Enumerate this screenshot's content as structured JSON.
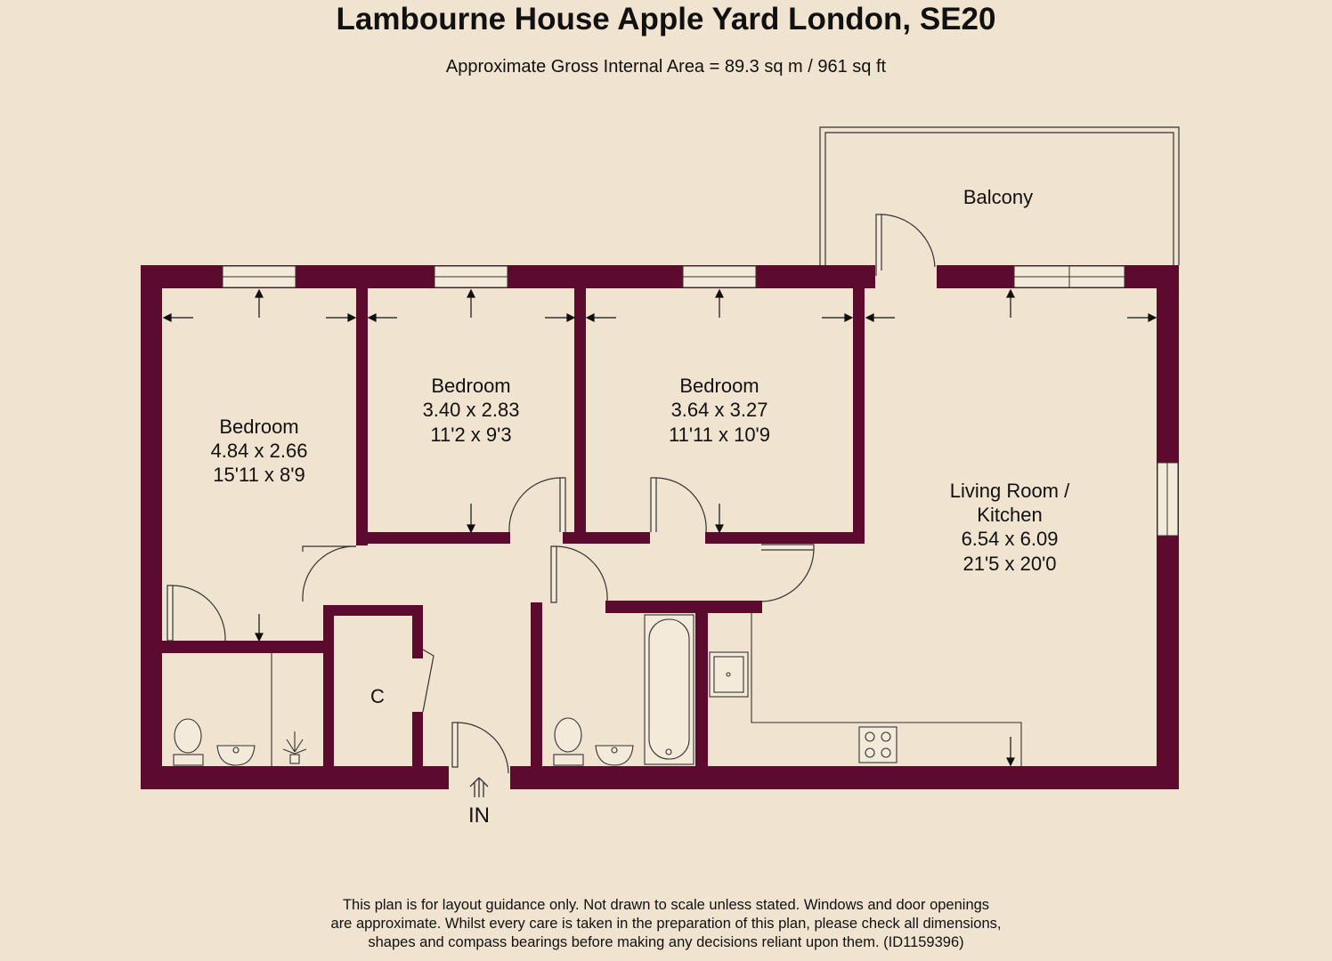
{
  "header": {
    "title": "Lambourne House Apple Yard London, SE20",
    "area": "Approximate Gross Internal Area = 89.3 sq m / 961 sq ft"
  },
  "rooms": {
    "balcony": {
      "name": "Balcony"
    },
    "bedroom_left": {
      "name": "Bedroom",
      "metric": "4.84 x 2.66",
      "imperial": "15'11 x 8'9"
    },
    "bedroom_middle": {
      "name": "Bedroom",
      "metric": "3.40 x 2.83",
      "imperial": "11'2 x 9'3"
    },
    "bedroom_right": {
      "name": "Bedroom",
      "metric": "3.64 x 3.27",
      "imperial": "11'11 x 10'9"
    },
    "living": {
      "name_line1": "Living Room /",
      "name_line2": "Kitchen",
      "metric": "6.54 x 6.09",
      "imperial": "21'5 x 20'0"
    },
    "cupboard": {
      "name": "C"
    }
  },
  "entrance": {
    "label": "IN"
  },
  "colors": {
    "wall": "#5c0a2e",
    "background": "#f0e3cf",
    "window": "#f3ead9"
  },
  "disclaimer": {
    "line1": "This plan is for layout guidance only. Not drawn to scale unless stated. Windows and door openings",
    "line2": "are approximate. Whilst every care is taken in the preparation of this plan, please check all dimensions,",
    "line3": "shapes and compass bearings before making any decisions reliant upon them. (ID1159396)"
  }
}
